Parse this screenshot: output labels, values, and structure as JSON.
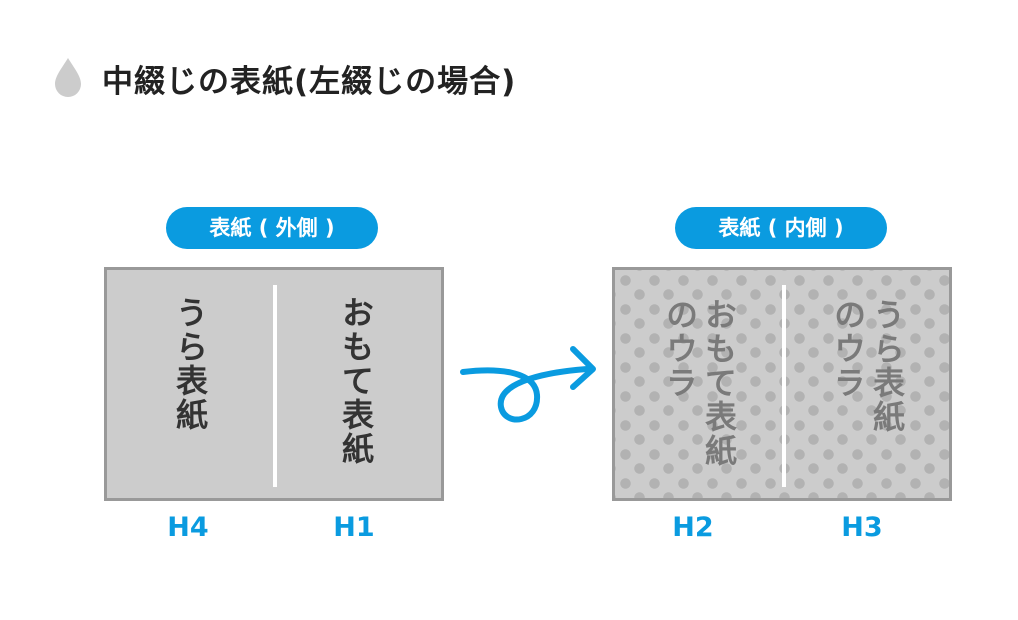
{
  "title": "中綴じの表紙(左綴じの場合)",
  "icon": "drop-icon",
  "accent": "#0a9be0",
  "outside": {
    "pill": "表紙 ( 外側 )",
    "left_text": "うら表紙",
    "right_text": "おもて表紙",
    "left_label": "H4",
    "right_label": "H1"
  },
  "inside": {
    "pill": "表紙 ( 内側 )",
    "left_sub": "のウラ",
    "left_text": "おもて表紙",
    "right_sub": "のウラ",
    "right_text": "うら表紙",
    "left_label": "H2",
    "right_label": "H3"
  }
}
